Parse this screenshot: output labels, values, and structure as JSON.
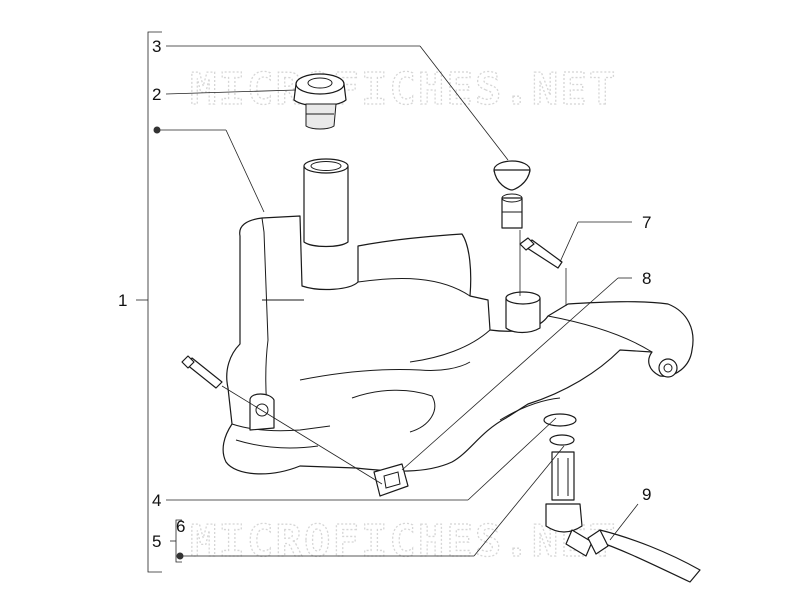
{
  "watermark": {
    "text": "MICROFICHES.NET"
  },
  "callouts": {
    "c1": "1",
    "c2": "2",
    "c3": "3",
    "c4": "4",
    "c5": "5",
    "c6": "6",
    "c7": "7",
    "c8": "8",
    "c9": "9"
  },
  "colors": {
    "line": "#1a1a1a",
    "watermark": "#d6d6d6",
    "background": "#ffffff"
  }
}
